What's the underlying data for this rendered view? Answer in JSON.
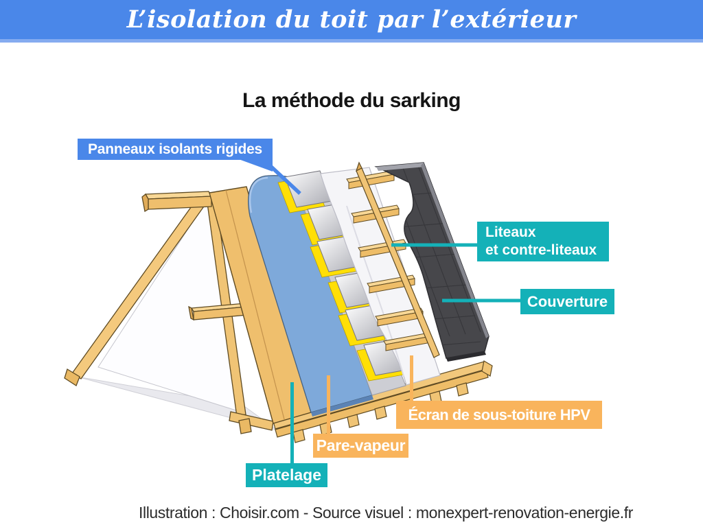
{
  "banner": {
    "title": "L’isolation du toit par l’extérieur"
  },
  "heading": "La méthode du sarking",
  "labels": {
    "panneaux": "Panneaux isolants rigides",
    "liteaux_line1": "Liteaux",
    "liteaux_line2": "et contre-liteaux",
    "couverture": "Couverture",
    "ecran": "Écran de sous-toiture HPV",
    "pare_vapeur": "Pare-vapeur",
    "platelage": "Platelage"
  },
  "colors": {
    "banner_blue": "#4a87e9",
    "banner_edge": "#85abf0",
    "label_teal": "#14b1b8",
    "label_orange": "#f9b45c",
    "wood_tan": "#f3c97e",
    "vapor_barrier_blue": "#7ea9da",
    "insulation_yellow": "#ffdf06",
    "covering_dark": "#47474b"
  },
  "footer": "Illustration : Choisir.com - Source visuel : monexpert-renovation-energie.fr"
}
